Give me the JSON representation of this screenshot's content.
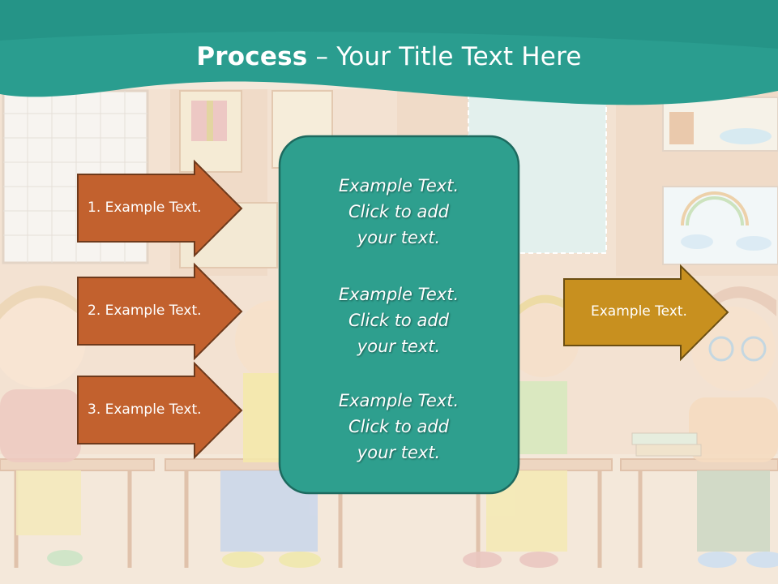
{
  "title": {
    "bold": "Process",
    "rest": " – Your Title Text Here"
  },
  "left_arrows": [
    {
      "label": "1. Example Text."
    },
    {
      "label": "2. Example Text."
    },
    {
      "label": "3. Example Text."
    }
  ],
  "center_box": {
    "blocks": [
      {
        "lines": [
          "Example Text.",
          "Click  to add",
          "your text."
        ]
      },
      {
        "lines": [
          "Example Text.",
          "Click  to add",
          "your text."
        ]
      },
      {
        "lines": [
          "Example Text.",
          "Click  to add",
          "your text."
        ]
      }
    ]
  },
  "right_arrow": {
    "label": "Example Text."
  },
  "colors": {
    "header_teal": "#2a9d8f",
    "left_arrow": "#c2612e",
    "right_arrow": "#c8901f",
    "center_box": "#2e9f8e"
  }
}
